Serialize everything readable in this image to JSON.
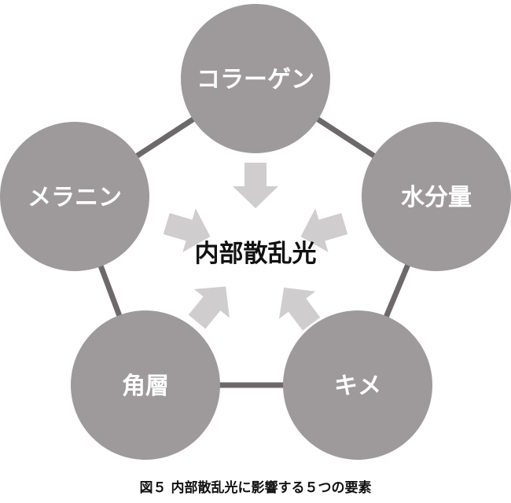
{
  "center_label": "内部散乱光",
  "factors": [
    "コラーゲン",
    "水分量",
    "キメ",
    "角層",
    "メラニン"
  ],
  "caption": "図５ 内部散乱光に影響する５つの要素",
  "colors": {
    "circle": "#9e9a9b",
    "edge": "#6d696a",
    "arrow": "#cfcdcd",
    "label": "#ffffff",
    "text": "#111111"
  }
}
